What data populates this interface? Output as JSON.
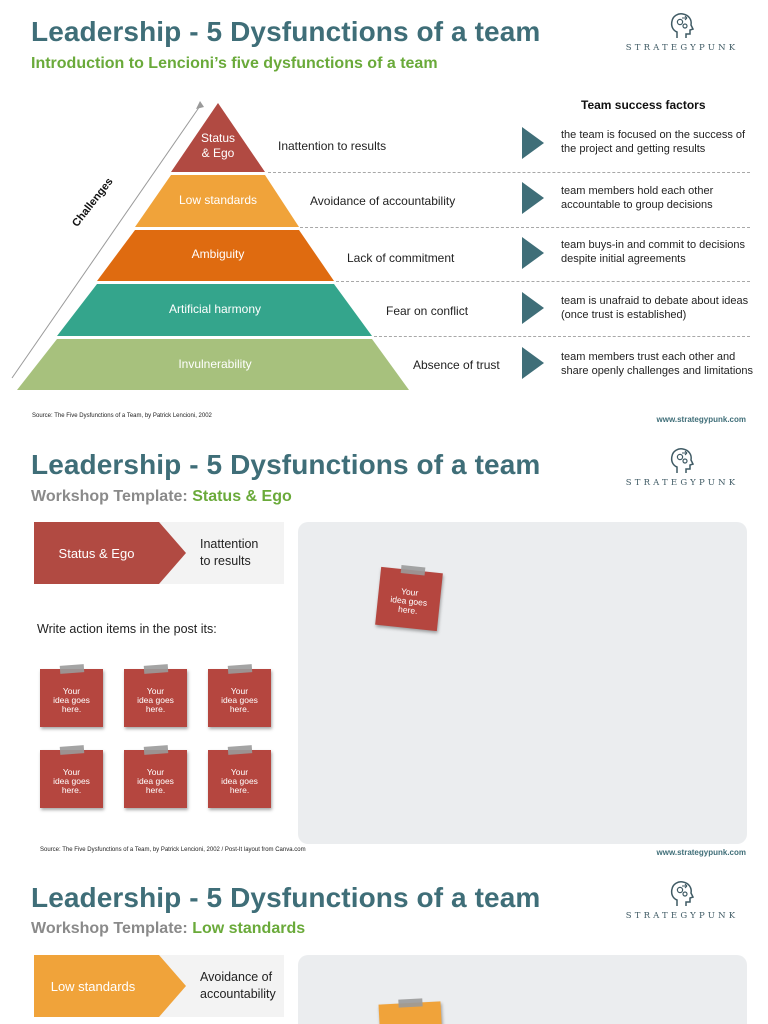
{
  "slide1": {
    "title": "Leadership - 5 Dysfunctions of a team",
    "subtitle": "Introduction to Lencioni’s five dysfunctions of a team",
    "logo_text": "STRATEGYPUNK",
    "challenges_label": "Challenges",
    "success_heading": "Team success factors",
    "levels": [
      {
        "cause": "Status\n& Ego",
        "dysfunction": "Inattention to results",
        "success": "the team is focused on the success of the project and getting results",
        "color": "#b14a42"
      },
      {
        "cause": "Low standards",
        "dysfunction": "Avoidance of accountability",
        "success": "team members hold each other accountable to group decisions",
        "color": "#f0a33a"
      },
      {
        "cause": "Ambiguity",
        "dysfunction": "Lack of commitment",
        "success": "team buys-in and commit to decisions despite initial agreements",
        "color": "#df6b10"
      },
      {
        "cause": "Artificial harmony",
        "dysfunction": "Fear on conflict",
        "success": "team is unafraid to debate about ideas (once trust is established)",
        "color": "#34a58c"
      },
      {
        "cause": "Invulnerability",
        "dysfunction": "Absence of trust",
        "success": "team members trust each other and share openly challenges and limitations",
        "color": "#a7c17d"
      }
    ],
    "source": "Source: The Five Dysfunctions of a Team, by Patrick Lencioni, 2002",
    "url": "www.strategypunk.com"
  },
  "slide2": {
    "title": "Leadership - 5 Dysfunctions of a team",
    "subtitle_prefix": "Workshop Template: ",
    "subtitle_highlight": "Status & Ego",
    "logo_text": "STRATEGYPUNK",
    "stage_name": "Status & Ego",
    "stage_color": "#b14a42",
    "stage_dysfunction": "Inattention\nto results",
    "instruction": "Write action items in the post its:",
    "postit_text": "Your\nidea goes\nhere.",
    "source": "Source: The Five Dysfunctions of a Team, by Patrick Lencioni, 2002 / Post-It layout from Canva.com",
    "url": "www.strategypunk.com"
  },
  "slide3": {
    "title": "Leadership - 5 Dysfunctions of a team",
    "subtitle_prefix": "Workshop Template: ",
    "subtitle_highlight": "Low standards",
    "logo_text": "STRATEGYPUNK",
    "stage_name": "Low standards",
    "stage_color": "#f0a33a",
    "stage_dysfunction": "Avoidance of\naccountability",
    "postit_color": "#f0a33a"
  },
  "colors": {
    "title": "#3f6e78",
    "accent_green": "#6aaa3a",
    "arrow": "#3f6e78",
    "board": "#ebedef"
  },
  "icons": [
    "head-gears-logo-icon",
    "right-triangle-arrow-icon"
  ]
}
